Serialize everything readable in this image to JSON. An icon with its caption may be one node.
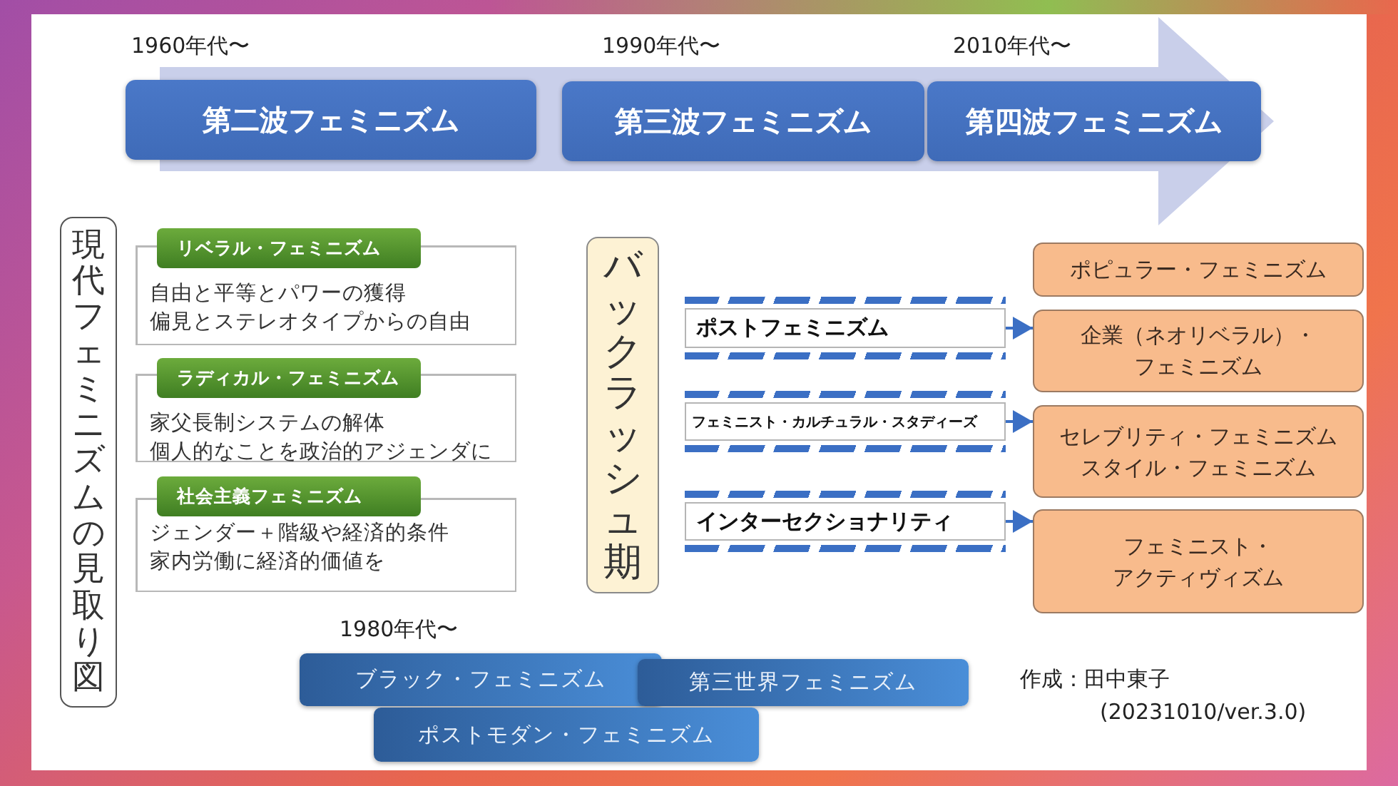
{
  "diagram": {
    "nodes": [
      {
        "text": [
          "第二波フェミニズム"
        ],
        "beside": [
          "1960年代〜"
        ]
      },
      {
        "text": [
          "第三波フェミニズム"
        ],
        "beside": [
          "1990年代〜"
        ]
      },
      {
        "text": [
          "第四波フェミニズム"
        ],
        "beside": [
          "2010年代〜"
        ]
      },
      {
        "text": [
          "現代フェミニズムの見取り図"
        ]
      },
      {
        "text": [
          "リベラル・フェミニズム",
          "自由と平等とパワーの獲得",
          "偏見とステレオタイプからの自由"
        ]
      },
      {
        "text": [
          "ラディカル・フェミニズム",
          "家父長制システムの解体",
          "個人的なことを政治的アジェンダに"
        ]
      },
      {
        "text": [
          "社会主義フェミニズム",
          "ジェンダー＋階級や経済的条件",
          "家内労働に経済的価値を"
        ]
      },
      {
        "text": [
          "バックラッシュ期"
        ]
      },
      {
        "text": [
          "ポストフェミニズム"
        ]
      },
      {
        "text": [
          "フェミニスト・カルチュラル・スタディーズ"
        ]
      },
      {
        "text": [
          "インターセクショナリティ"
        ]
      },
      {
        "text": [
          "ポピュラー・フェミニズム"
        ]
      },
      {
        "text": [
          "企業（ネオリベラル）・フェミニズム"
        ]
      },
      {
        "text": [
          "セレブリティ・フェミニズム",
          "スタイル・フェミニズム"
        ]
      },
      {
        "text": [
          "フェミニスト・アクティヴィズム"
        ]
      },
      {
        "text": [
          "ブラック・フェミニズム"
        ],
        "beside": [
          "1980年代〜"
        ]
      },
      {
        "text": [
          "第三世界フェミニズム"
        ]
      },
      {
        "text": [
          "ポストモダン・フェミニズム"
        ]
      }
    ],
    "edges": [
      {
        "from": 8,
        "to": 12,
        "arrow": "to"
      },
      {
        "from": 9,
        "to": 13,
        "arrow": "to"
      },
      {
        "from": 10,
        "to": 14,
        "arrow": "to"
      }
    ],
    "labels": [
      "作成：田中東子",
      "(20231010/ver.3.0)"
    ]
  }
}
